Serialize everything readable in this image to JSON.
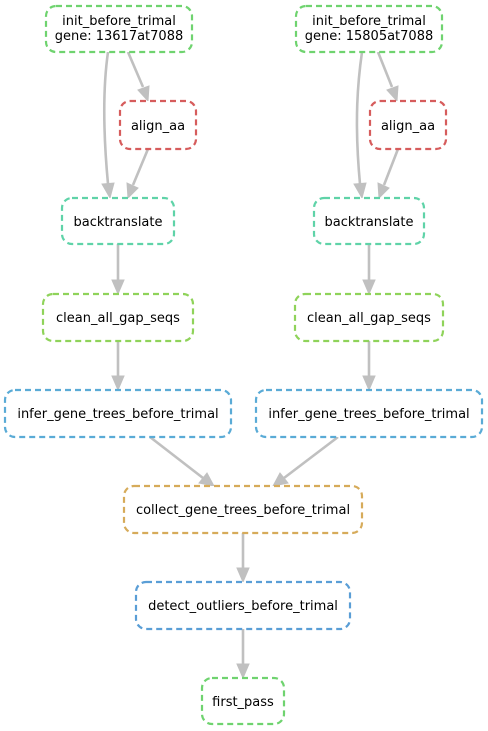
{
  "colors": {
    "edge": "#c0c0c0",
    "green": "#6fd36f",
    "red": "#d65c5c",
    "teal": "#5fd3a8",
    "lime": "#8fd35a",
    "blue": "#5aabd6",
    "orange": "#d6ab5a",
    "blue2": "#5a9ed6"
  },
  "nodes": {
    "init_1": {
      "line1": "init_before_trimal",
      "line2": "gene: 13617at7088"
    },
    "init_2": {
      "line1": "init_before_trimal",
      "line2": "gene: 15805at7088"
    },
    "align_1": {
      "label": "align_aa"
    },
    "align_2": {
      "label": "align_aa"
    },
    "backtranslate_1": {
      "label": "backtranslate"
    },
    "backtranslate_2": {
      "label": "backtranslate"
    },
    "clean_1": {
      "label": "clean_all_gap_seqs"
    },
    "clean_2": {
      "label": "clean_all_gap_seqs"
    },
    "infer_1": {
      "label": "infer_gene_trees_before_trimal"
    },
    "infer_2": {
      "label": "infer_gene_trees_before_trimal"
    },
    "collect": {
      "label": "collect_gene_trees_before_trimal"
    },
    "detect": {
      "label": "detect_outliers_before_trimal"
    },
    "first_pass": {
      "label": "first_pass"
    }
  }
}
